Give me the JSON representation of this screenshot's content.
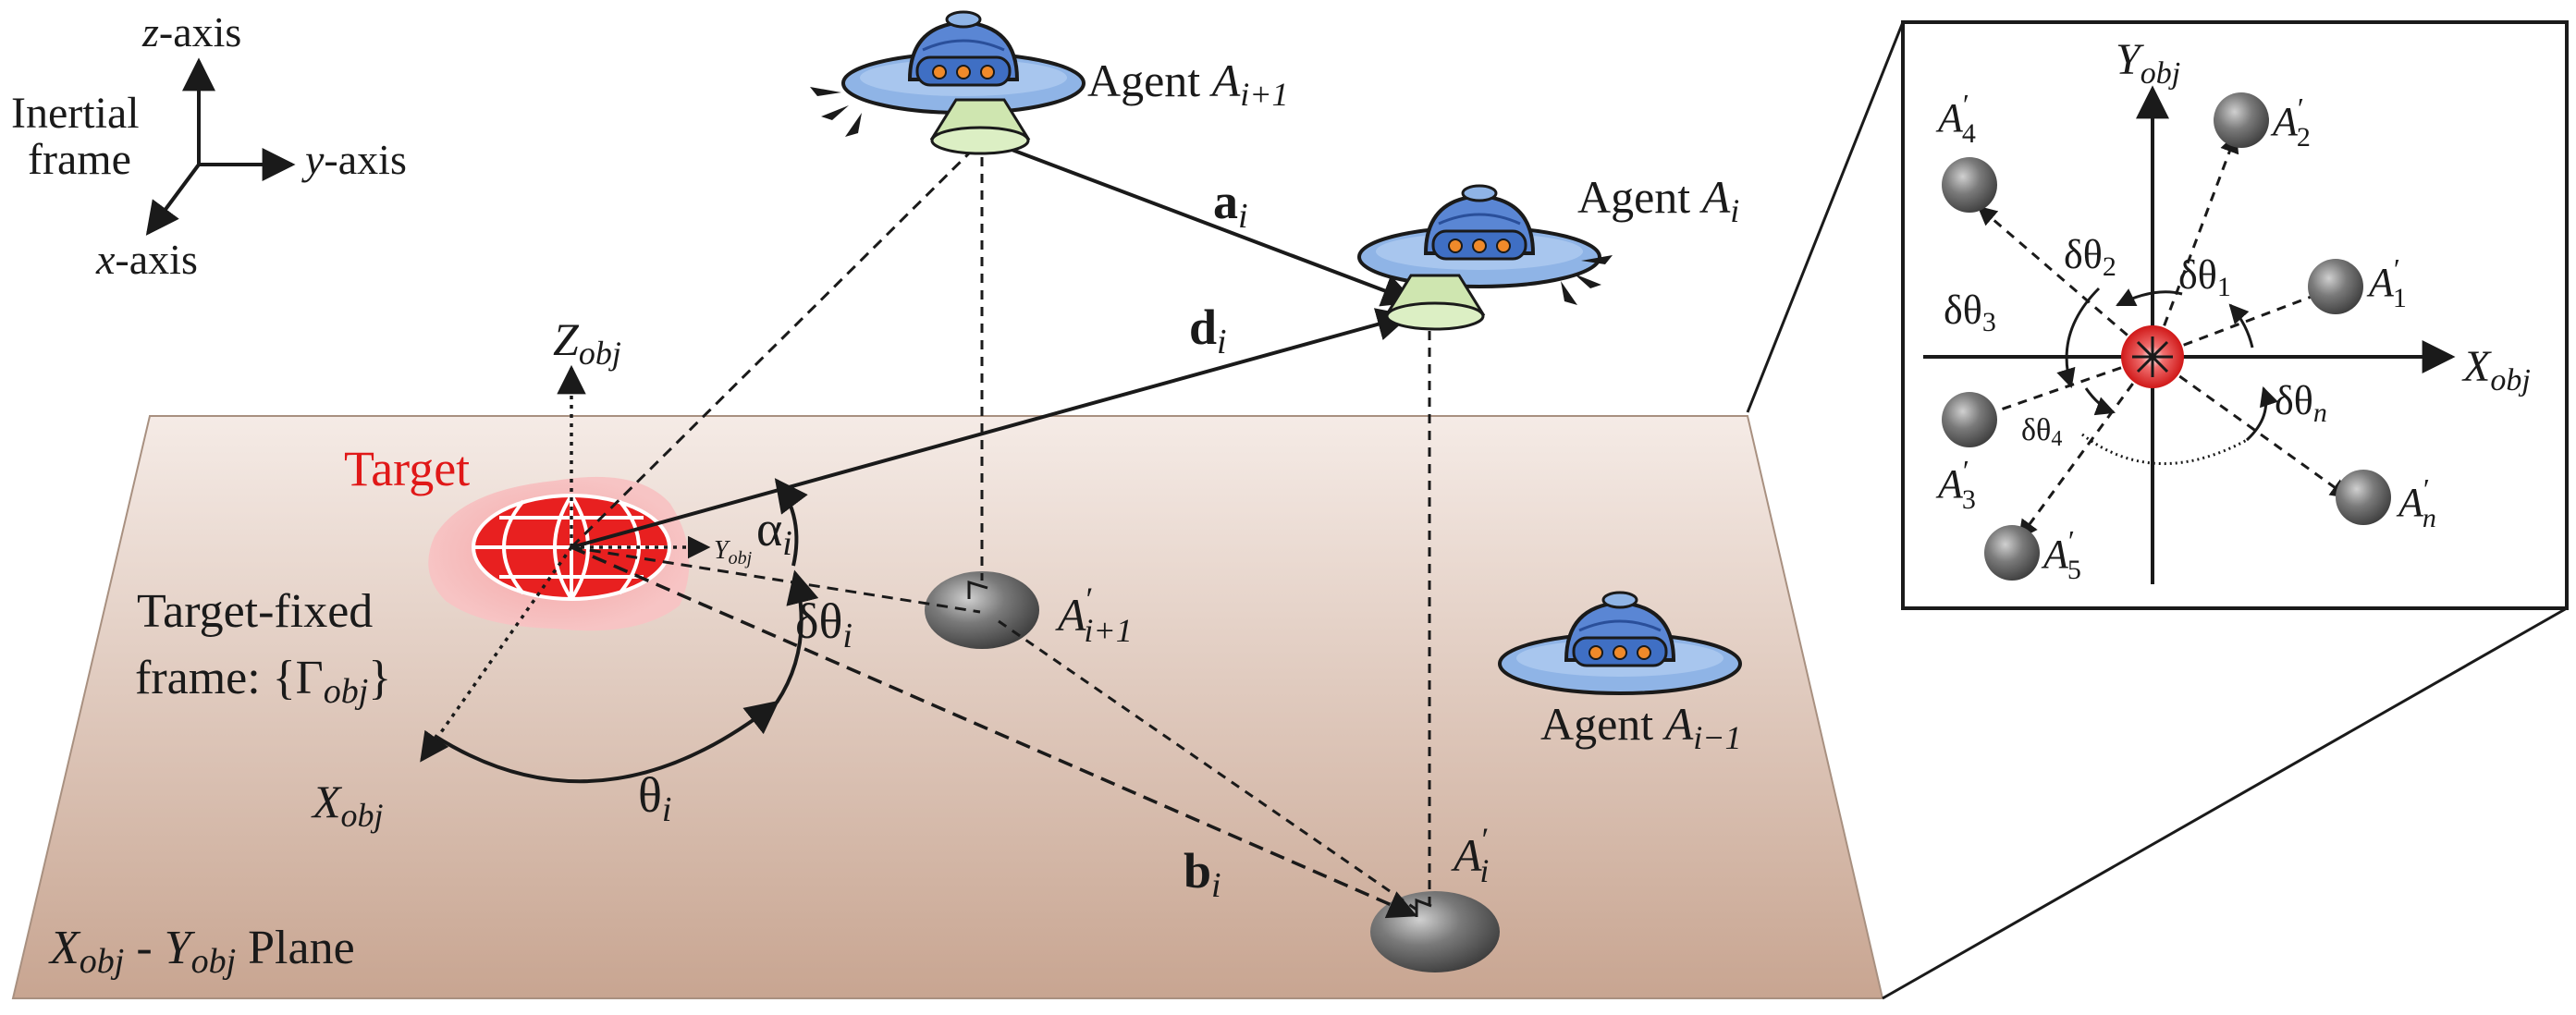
{
  "inertial_frame": {
    "title_line1": "Inertial",
    "title_line2": "frame",
    "z_axis": "z",
    "y_axis": "y",
    "x_axis": "x",
    "axis_suffix": "-axis"
  },
  "plane": {
    "label_x": "X",
    "label_y": "Y",
    "sub": "obj",
    "sep": " - ",
    "word": "Plane"
  },
  "target": {
    "label": "Target",
    "frame_line1": "Target-fixed",
    "frame_line2": "frame: {Γ",
    "frame_sub": "obj",
    "frame_close": "}"
  },
  "axes": {
    "z": "Z",
    "x": "X",
    "y": "Y",
    "sub": "obj"
  },
  "agents": {
    "word": "Agent",
    "letter": "A",
    "i_plus": "i+1",
    "i": "i",
    "i_minus": "i−1"
  },
  "vectors": {
    "a": "a",
    "d": "d",
    "b": "b",
    "sub": "i"
  },
  "angles": {
    "alpha": "α",
    "delta_theta": "δθ",
    "theta": "θ",
    "sub": "i"
  },
  "projections": {
    "prime": "′",
    "i_plus": "i+1",
    "i": "i"
  },
  "inset": {
    "x_label": "X",
    "y_label": "Y",
    "sub": "obj",
    "points": [
      "1",
      "2",
      "3",
      "4",
      "5",
      "n"
    ],
    "angles": [
      "1",
      "2",
      "3",
      "4",
      "n"
    ],
    "delta_theta": "δθ",
    "letter": "A",
    "prime": "′"
  },
  "colors": {
    "ufo_body": "#8fb4e6",
    "ufo_dome": "#4a78c8",
    "ufo_light": "#f08a2a",
    "beam": "#cfe6b0",
    "target_red": "#e82020",
    "target_glow": "#f4a0a0",
    "plane_top": "#f3e6e0",
    "plane_bottom": "#c9a795",
    "gray_ball": "#6a6a6a"
  }
}
